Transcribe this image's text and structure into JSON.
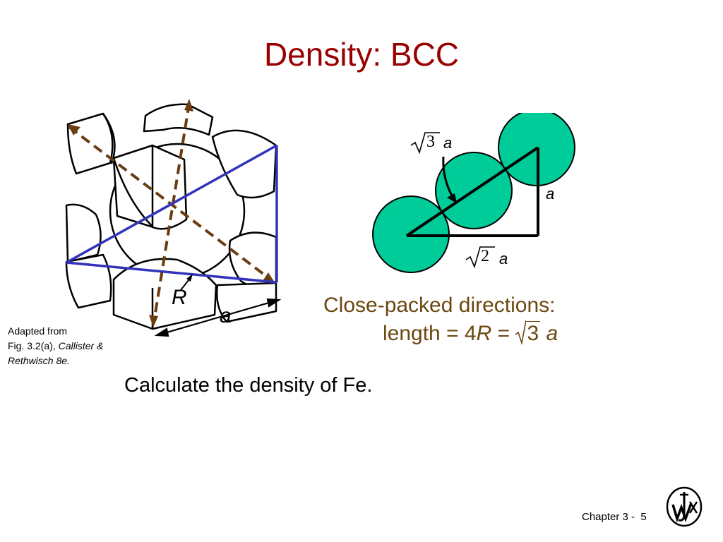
{
  "slide": {
    "title": "Density:  BCC",
    "labels": {
      "R": "R",
      "a_edge": "a",
      "sqrt3_radicand": "3",
      "sqrt3_a": "a",
      "side_a": "a",
      "sqrt2_radicand": "2",
      "sqrt2_a": "a"
    },
    "caption": {
      "line1": "Adapted from",
      "line2_prefix": "Fig. 3.2(a), ",
      "line2_italic": "Callister &",
      "line3_italic": "Rethwisch 8e."
    },
    "close_packed": {
      "heading": "Close-packed directions:",
      "eq_prefix": "length = 4",
      "eq_R": "R",
      "eq_equals": " = ",
      "eq_radicand": "3",
      "eq_a": "a"
    },
    "task": "Calculate the density of Fe.",
    "footer": {
      "chapter": "Chapter 3 -",
      "page": "5"
    }
  },
  "colors": {
    "title": "#990000",
    "brown_text": "#6b4710",
    "sphere_green": "#00cc99",
    "blue_lines": "#3333bb",
    "dashed_brown": "#6b3d10"
  },
  "icons": {
    "logo": "wiley-logo"
  }
}
